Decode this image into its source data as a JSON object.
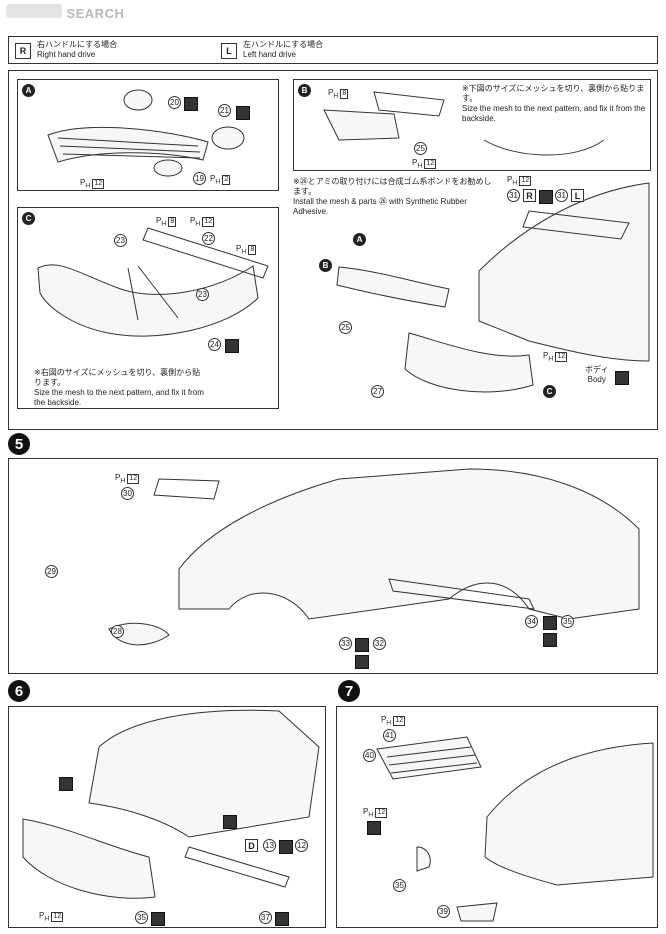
{
  "watermark": {
    "site_name": "SEARCH"
  },
  "legend": {
    "right": {
      "letter": "R",
      "jp": "右ハンドルにする場合",
      "en": "Right hand drive"
    },
    "left": {
      "letter": "L",
      "jp": "左ハンドルにする場合",
      "en": "Left hand drive"
    }
  },
  "panel_top": {
    "sub_a": {
      "letter": "A",
      "parts": [
        "20",
        "21",
        "19"
      ],
      "ph": [
        "12",
        "2"
      ]
    },
    "sub_b": {
      "letter": "B",
      "parts": [
        "25"
      ],
      "ph": [
        "8",
        "12"
      ],
      "note_jp": "※下図のサイズにメッシュを切り、裏側から貼ります。",
      "note_en": "Size the mesh to the next pattern, and fix it from the backside."
    },
    "sub_c": {
      "letter": "C",
      "parts": [
        "23",
        "22",
        "23",
        "24"
      ],
      "ph": [
        "8",
        "12",
        "8"
      ],
      "note_jp": "※右図のサイズにメッシュを切り、裏側から貼ります。",
      "note_en": "Size the mesh to the next pattern, and fix it from the backside."
    },
    "adhesive_jp": "※㉖とアミの取り付けには合成ゴム系ボンドをお勧めします。",
    "adhesive_en": "Install the mesh & parts ㉖ with Synthetic Rubber Adhesive.",
    "body_jp": "ボディ",
    "body_en": "Body",
    "assembly_parts": [
      "31",
      "31",
      "25",
      "27"
    ],
    "assembly_ph": [
      "12",
      "12"
    ],
    "markers": [
      "A",
      "B",
      "C",
      "R",
      "L"
    ]
  },
  "step5": {
    "number": "5",
    "parts": [
      "30",
      "29",
      "28",
      "33",
      "32",
      "34",
      "35"
    ],
    "ph": [
      "12"
    ]
  },
  "step6": {
    "number": "6",
    "parts": [
      "13",
      "12",
      "35",
      "37"
    ],
    "ph": [
      "12"
    ],
    "marker": "D"
  },
  "step7": {
    "number": "7",
    "parts": [
      "41",
      "40",
      "35",
      "39"
    ],
    "ph": [
      "12",
      "12"
    ]
  }
}
